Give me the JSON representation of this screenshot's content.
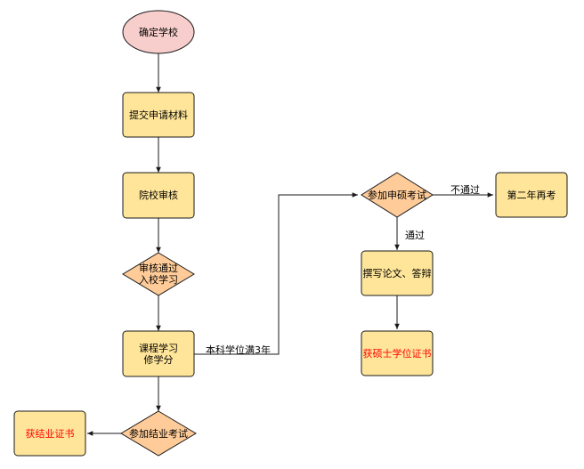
{
  "nodes": {
    "start": "确定学校",
    "submit": "提交申请材料",
    "review": "院校审核",
    "admit_line1": "审核通过",
    "admit_line2": "入校学习",
    "course_line1": "课程学习",
    "course_line2": "修学分",
    "final_exam": "参加结业考试",
    "cert_completion": "获结业证书",
    "apply_exam": "参加申硕考试",
    "retake": "第二年再考",
    "thesis": "撰写论文、答辩",
    "master_cert": "获硕士学位证书"
  },
  "edges": {
    "after_3yr": "本科学位满3年",
    "fail": "不通过",
    "pass": "通过"
  },
  "colors": {
    "start_fill": "#f8cecc",
    "start_stroke": "#b85450",
    "box_fill": "#ffe599",
    "diamond_fill": "#ffcc99",
    "stroke": "#1a1a1a",
    "cert_text": "#ff0000"
  }
}
